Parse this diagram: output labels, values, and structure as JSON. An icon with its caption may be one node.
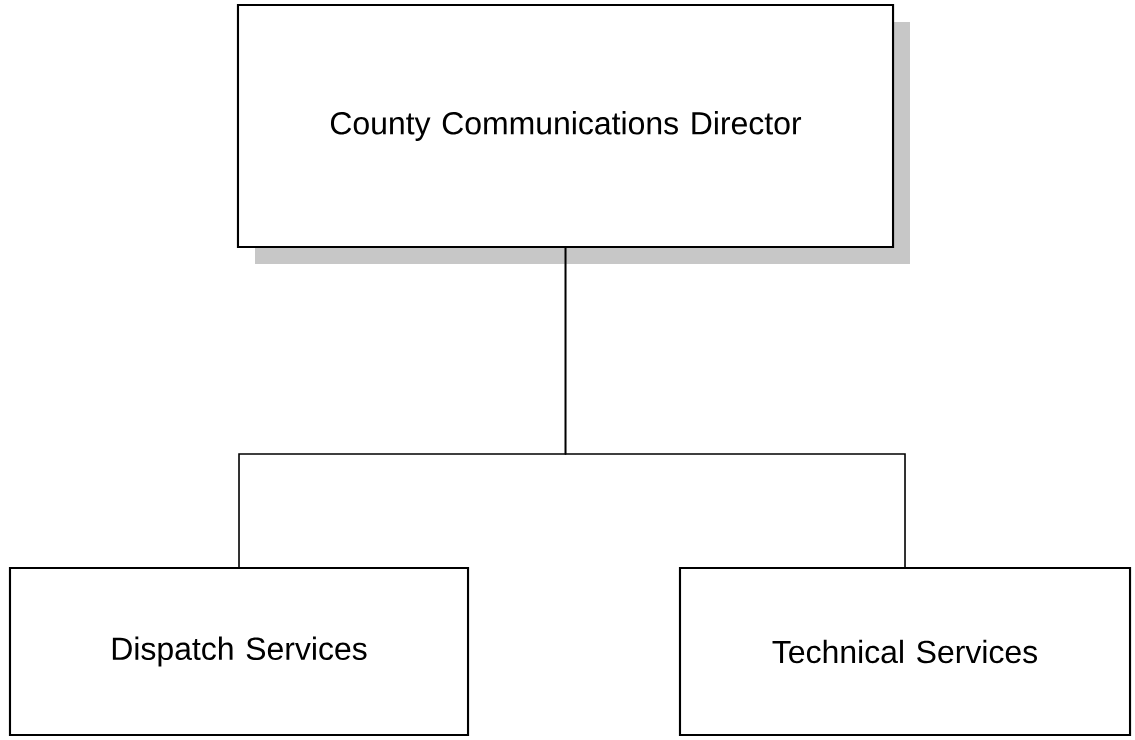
{
  "diagram": {
    "nodes": [
      {
        "text": [
          "County Communications Director"
        ]
      },
      {
        "text": [
          "Dispatch Services"
        ]
      },
      {
        "text": [
          "Technical Services"
        ]
      }
    ],
    "edges": [
      {
        "from": 0,
        "to": 1,
        "arrow": "none"
      },
      {
        "from": 0,
        "to": 2,
        "arrow": "none"
      }
    ]
  }
}
